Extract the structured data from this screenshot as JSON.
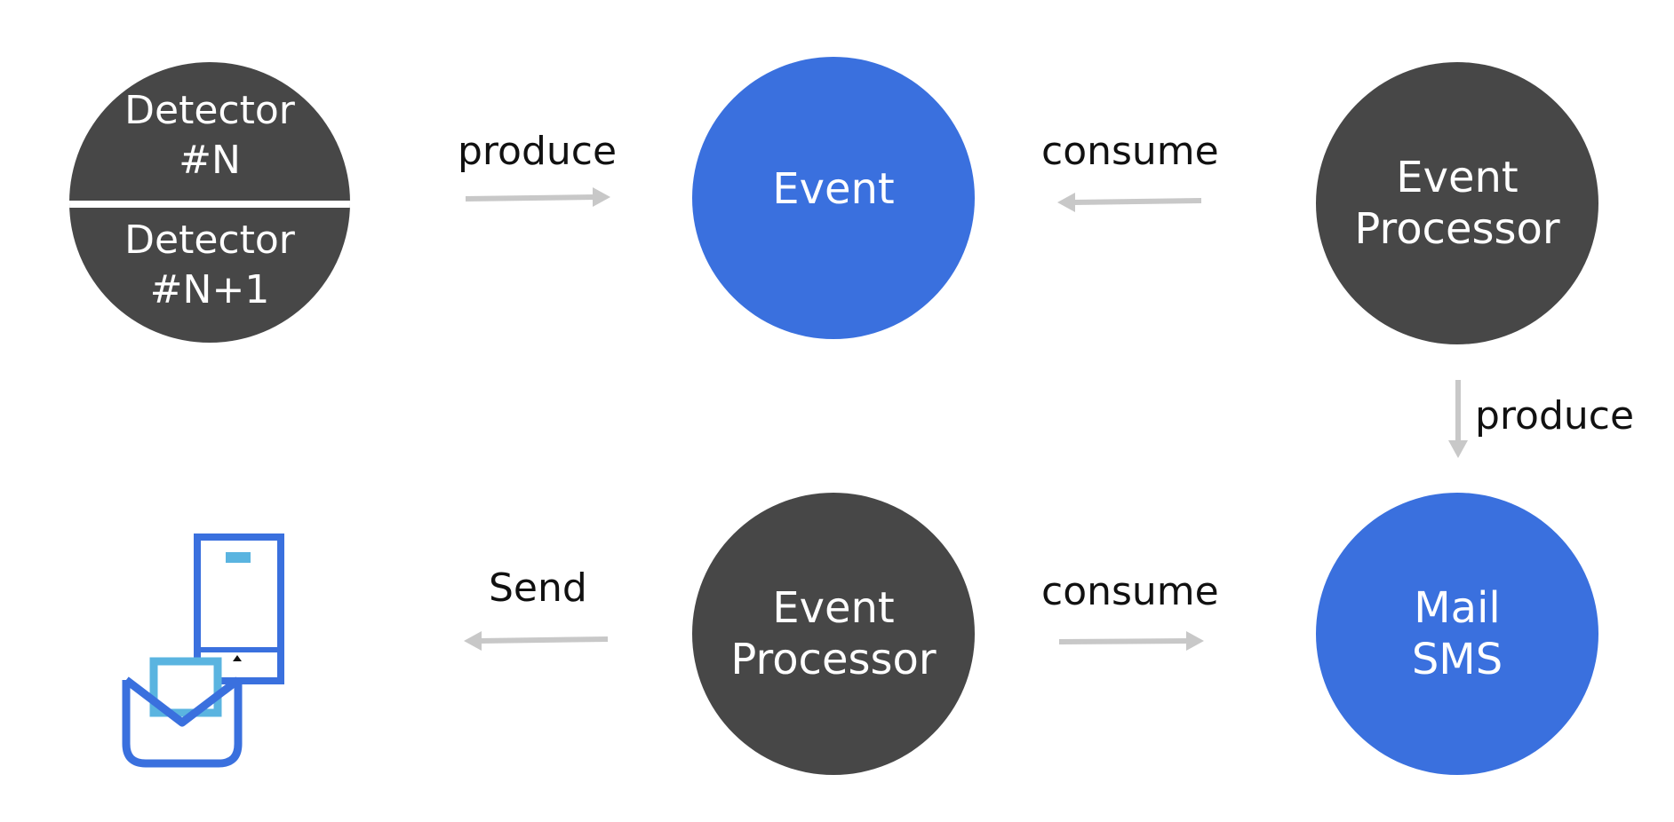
{
  "colors": {
    "dark": "#474747",
    "blue": "#3a70de",
    "arrow": "#c8c8c8",
    "icon_blue": "#3a70de",
    "icon_cyan": "#5ab4e0"
  },
  "nodes": {
    "detector_top": [
      "Detector",
      "#N"
    ],
    "detector_bottom": [
      "Detector",
      "#N+1"
    ],
    "event": [
      "Event"
    ],
    "event_processor_top": [
      "Event",
      "Processor"
    ],
    "event_processor_bottom": [
      "Event",
      "Processor"
    ],
    "mail_sms": [
      "Mail",
      "SMS"
    ]
  },
  "edges": {
    "produce_1": "produce",
    "consume_1": "consume",
    "produce_2": "produce",
    "consume_2": "consume",
    "send": "Send"
  },
  "icons": {
    "notification": "mail-phone-icon"
  }
}
